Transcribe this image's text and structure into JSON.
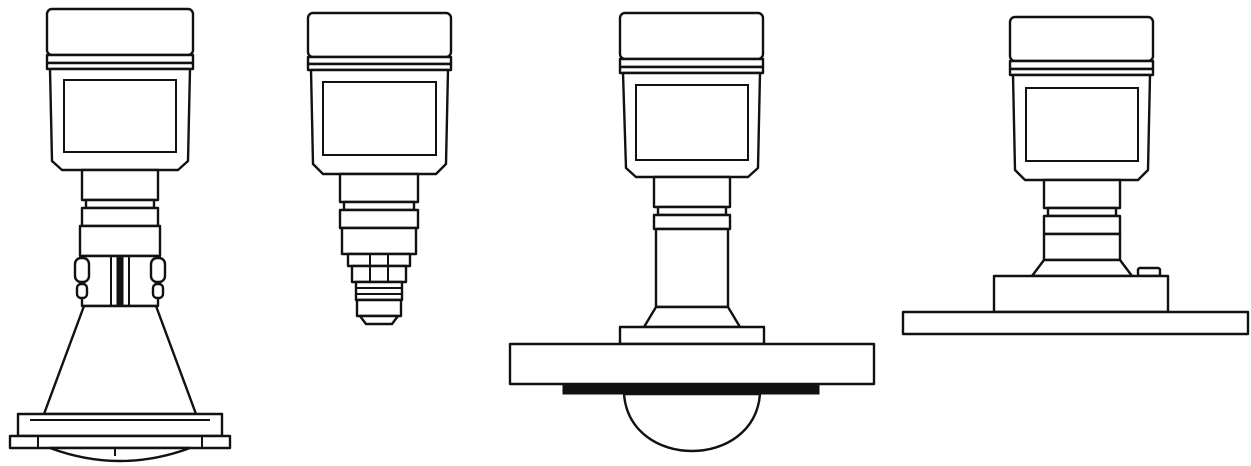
{
  "figure": {
    "background": "#ffffff",
    "line_color": "#111111",
    "items": [
      {
        "id": "horn-antenna-sensor"
      },
      {
        "id": "threaded-rod-sensor"
      },
      {
        "id": "flange-lens-sensor"
      },
      {
        "id": "flat-plate-flange-sensor"
      }
    ]
  }
}
